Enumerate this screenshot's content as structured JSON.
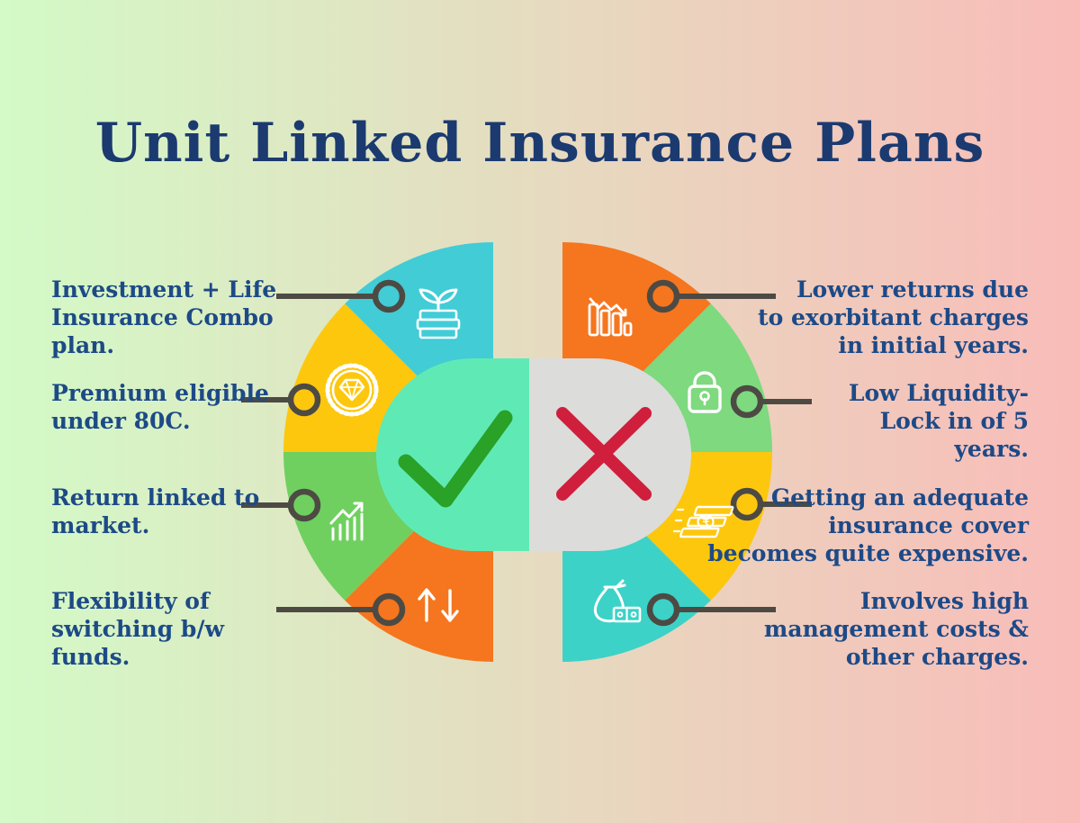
{
  "title": "Unit Linked Insurance Plans",
  "center": {
    "pros_mark": "check",
    "cons_mark": "cross"
  },
  "pros": [
    {
      "label": "Investment + Life\nInsurance Combo\nplan.",
      "icon": "plant-growth-icon",
      "segment_color": "#41ccd6"
    },
    {
      "label": "Premium eligible\nunder 80C.",
      "icon": "quality-badge-icon",
      "segment_color": "#fdc70e"
    },
    {
      "label": "Return linked to\nmarket.",
      "icon": "growth-chart-icon",
      "segment_color": "#6fd05f"
    },
    {
      "label": "Flexibility of\nswitching b/w\nfunds.",
      "icon": "switch-arrows-icon",
      "segment_color": "#f5761e"
    }
  ],
  "cons": [
    {
      "label": "Lower returns due\nto exorbitant charges\nin initial years.",
      "icon": "declining-chart-icon",
      "segment_color": "#f5761e"
    },
    {
      "label": "Low Liquidity-\nLock in of 5\nyears.",
      "icon": "lock-icon",
      "segment_color": "#7ed97f"
    },
    {
      "label": "Getting an adequate\ninsurance cover\nbecomes quite expensive.",
      "icon": "rupee-notes-icon",
      "segment_color": "#fdc70e"
    },
    {
      "label": "Involves high\nmanagement costs &\nother charges.",
      "icon": "money-bag-icon",
      "segment_color": "#3cd2c8"
    }
  ],
  "colors": {
    "bg_left": "#d3fac7",
    "bg_right": "#f9bcb9",
    "title": "#1b3a70",
    "text": "#1d4a87",
    "connector": "#4d4a44",
    "left_cyan": "#41ccd6",
    "left_yellow": "#fdc70e",
    "left_green": "#6fd05f",
    "left_orange": "#f5761e",
    "right_orange": "#f5761e",
    "right_green": "#7ed97f",
    "right_yellow": "#fdc70e",
    "right_cyan": "#3cd2c8",
    "mint": "#5feab5",
    "gray": "#dcdcdb",
    "check": "#2aa127",
    "cross": "#cf1f3d",
    "icon": "#ffffff"
  }
}
